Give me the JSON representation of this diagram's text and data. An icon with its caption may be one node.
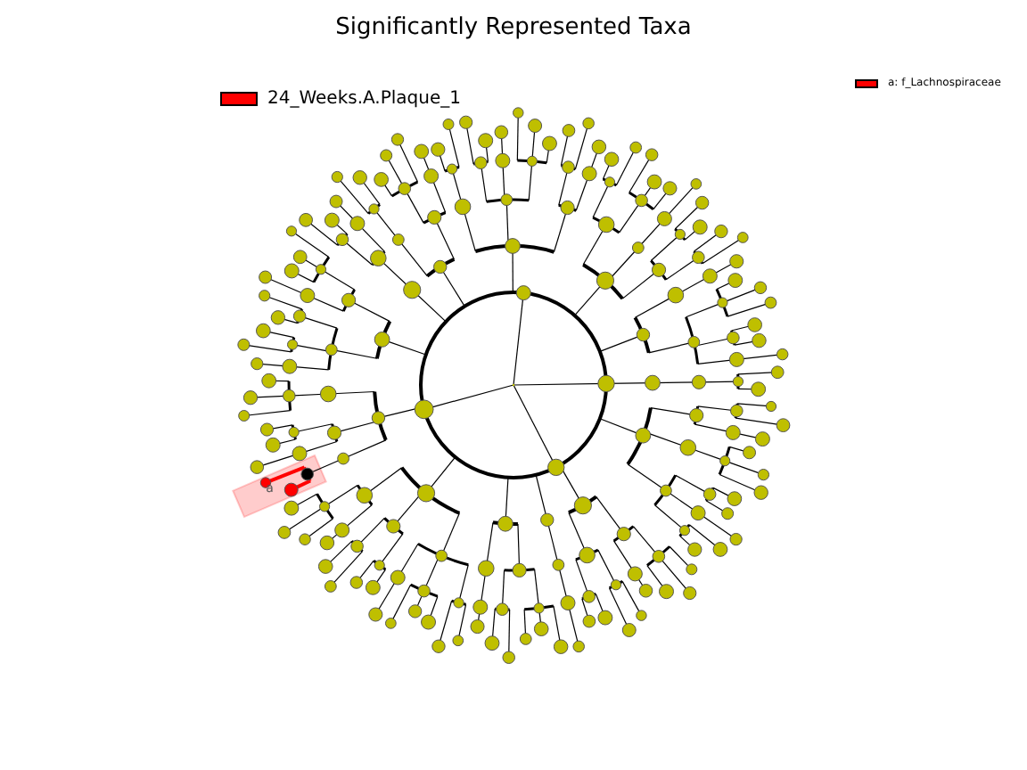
{
  "diagram": {
    "title": "Significantly Represented Taxa",
    "labels": [
      "a"
    ],
    "legend": [
      {
        "text": "24_Weeks.A.Plaque_1",
        "color": "#ff0000"
      },
      {
        "text": "a: f_Lachnospiraceae",
        "color": "#ff0000"
      }
    ]
  }
}
